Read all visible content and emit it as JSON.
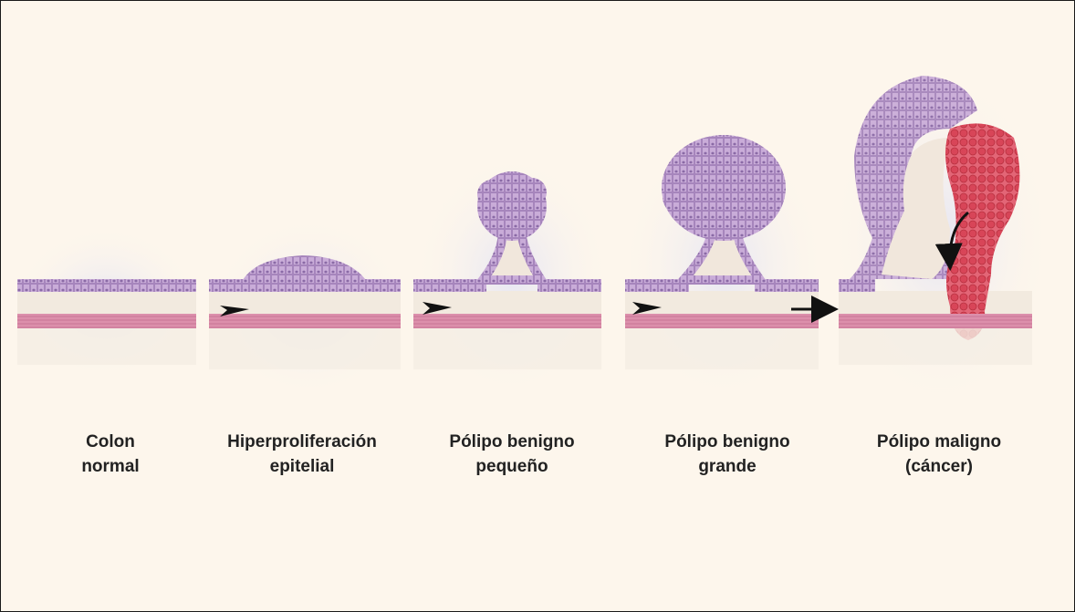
{
  "stages": [
    {
      "line1": "Colon",
      "line2": "normal"
    },
    {
      "line1": "Hiperproliferación",
      "line2": "epitelial"
    },
    {
      "line1": "Pólipo benigno",
      "line2": "pequeño"
    },
    {
      "line1": "Pólipo benigno",
      "line2": "grande"
    },
    {
      "line1": "Pólipo maligno",
      "line2": "(cáncer)"
    }
  ],
  "colors": {
    "background": "#fdf6ec",
    "epithelium": "#c7a9d6",
    "muscle": "#d88aa6",
    "stroma": "#f1e9df",
    "cancer": "#d94a5c",
    "halo": "#dfe2f2"
  }
}
